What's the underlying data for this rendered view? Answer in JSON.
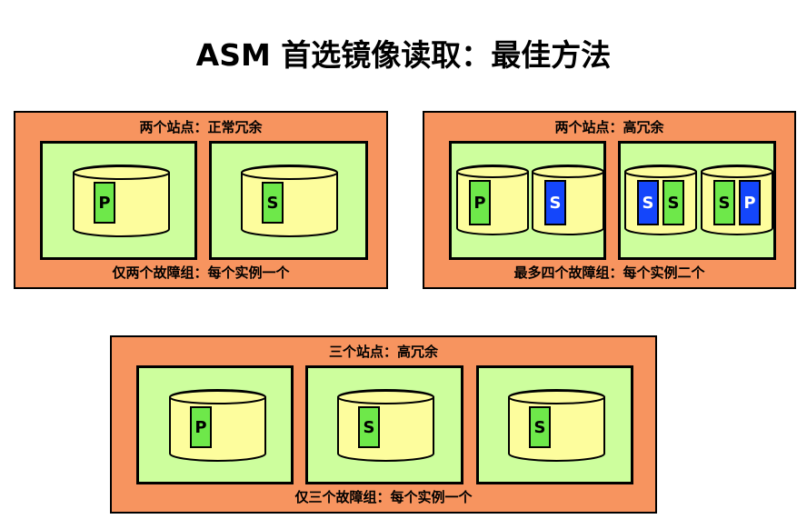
{
  "title": "ASM 首选镜像读取：最佳方法",
  "colors": {
    "panel": "#f7945f",
    "failgroup": "#cdfe9d",
    "disk": "#fdfd9d",
    "extent_green": "#6ee84a",
    "extent_blue": "#1446fb",
    "outline": "#000000"
  },
  "panels": [
    {
      "header": "两个站点：正常冗余",
      "footer": "仅两个故障组：每个实例一个",
      "failgroups": [
        {
          "disks": [
            {
              "extents": [
                {
                  "label": "P",
                  "color": "green"
                }
              ]
            }
          ]
        },
        {
          "disks": [
            {
              "extents": [
                {
                  "label": "S",
                  "color": "green"
                }
              ]
            }
          ]
        }
      ]
    },
    {
      "header": "两个站点：高冗余",
      "footer": "最多四个故障组：每个实例二个",
      "failgroups": [
        {
          "disks": [
            {
              "extents": [
                {
                  "label": "P",
                  "color": "green"
                }
              ]
            },
            {
              "extents": [
                {
                  "label": "S",
                  "color": "blue"
                }
              ]
            }
          ]
        },
        {
          "disks": [
            {
              "extents": [
                {
                  "label": "S",
                  "color": "blue"
                },
                {
                  "label": "S",
                  "color": "green"
                }
              ]
            },
            {
              "extents": [
                {
                  "label": "S",
                  "color": "green"
                },
                {
                  "label": "P",
                  "color": "blue"
                }
              ]
            }
          ]
        }
      ]
    },
    {
      "header": "三个站点：高冗余",
      "footer": "仅三个故障组：每个实例一个",
      "failgroups": [
        {
          "disks": [
            {
              "extents": [
                {
                  "label": "P",
                  "color": "green"
                }
              ]
            }
          ]
        },
        {
          "disks": [
            {
              "extents": [
                {
                  "label": "S",
                  "color": "green"
                }
              ]
            }
          ]
        },
        {
          "disks": [
            {
              "extents": [
                {
                  "label": "S",
                  "color": "green"
                }
              ]
            }
          ]
        }
      ]
    }
  ]
}
